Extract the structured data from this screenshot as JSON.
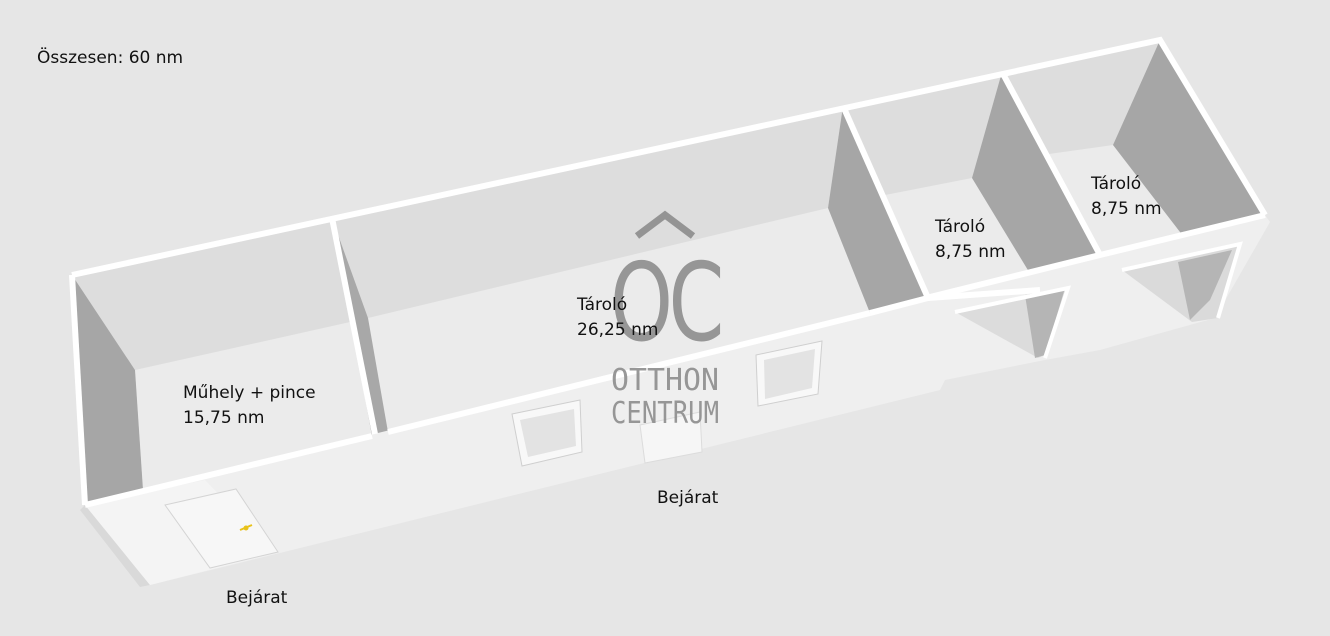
{
  "summary": {
    "total_area": "Összesen: 60 nm"
  },
  "rooms": [
    {
      "name": "Műhely + pince",
      "area": "15,75 nm"
    },
    {
      "name": "Tároló",
      "area": "26,25 nm"
    },
    {
      "name": "Tároló",
      "area": "8,75 nm"
    },
    {
      "name": "Tároló",
      "area": "8,75 nm"
    }
  ],
  "entrances": [
    {
      "label": "Bejárat"
    },
    {
      "label": "Bejárat"
    }
  ],
  "watermark": {
    "monogram": "OC",
    "line1": "OTTHON",
    "line2": "CENTRUM"
  },
  "colors": {
    "background": "#e6e6e6",
    "wall_top": "#ffffff",
    "floor": "#ebebeb",
    "back_wall": "#dddddd",
    "side_wall": "#a6a6a6",
    "front_wall": "#efefef",
    "door_handle": "#e8c21a",
    "watermark": "#8d8d8d"
  }
}
